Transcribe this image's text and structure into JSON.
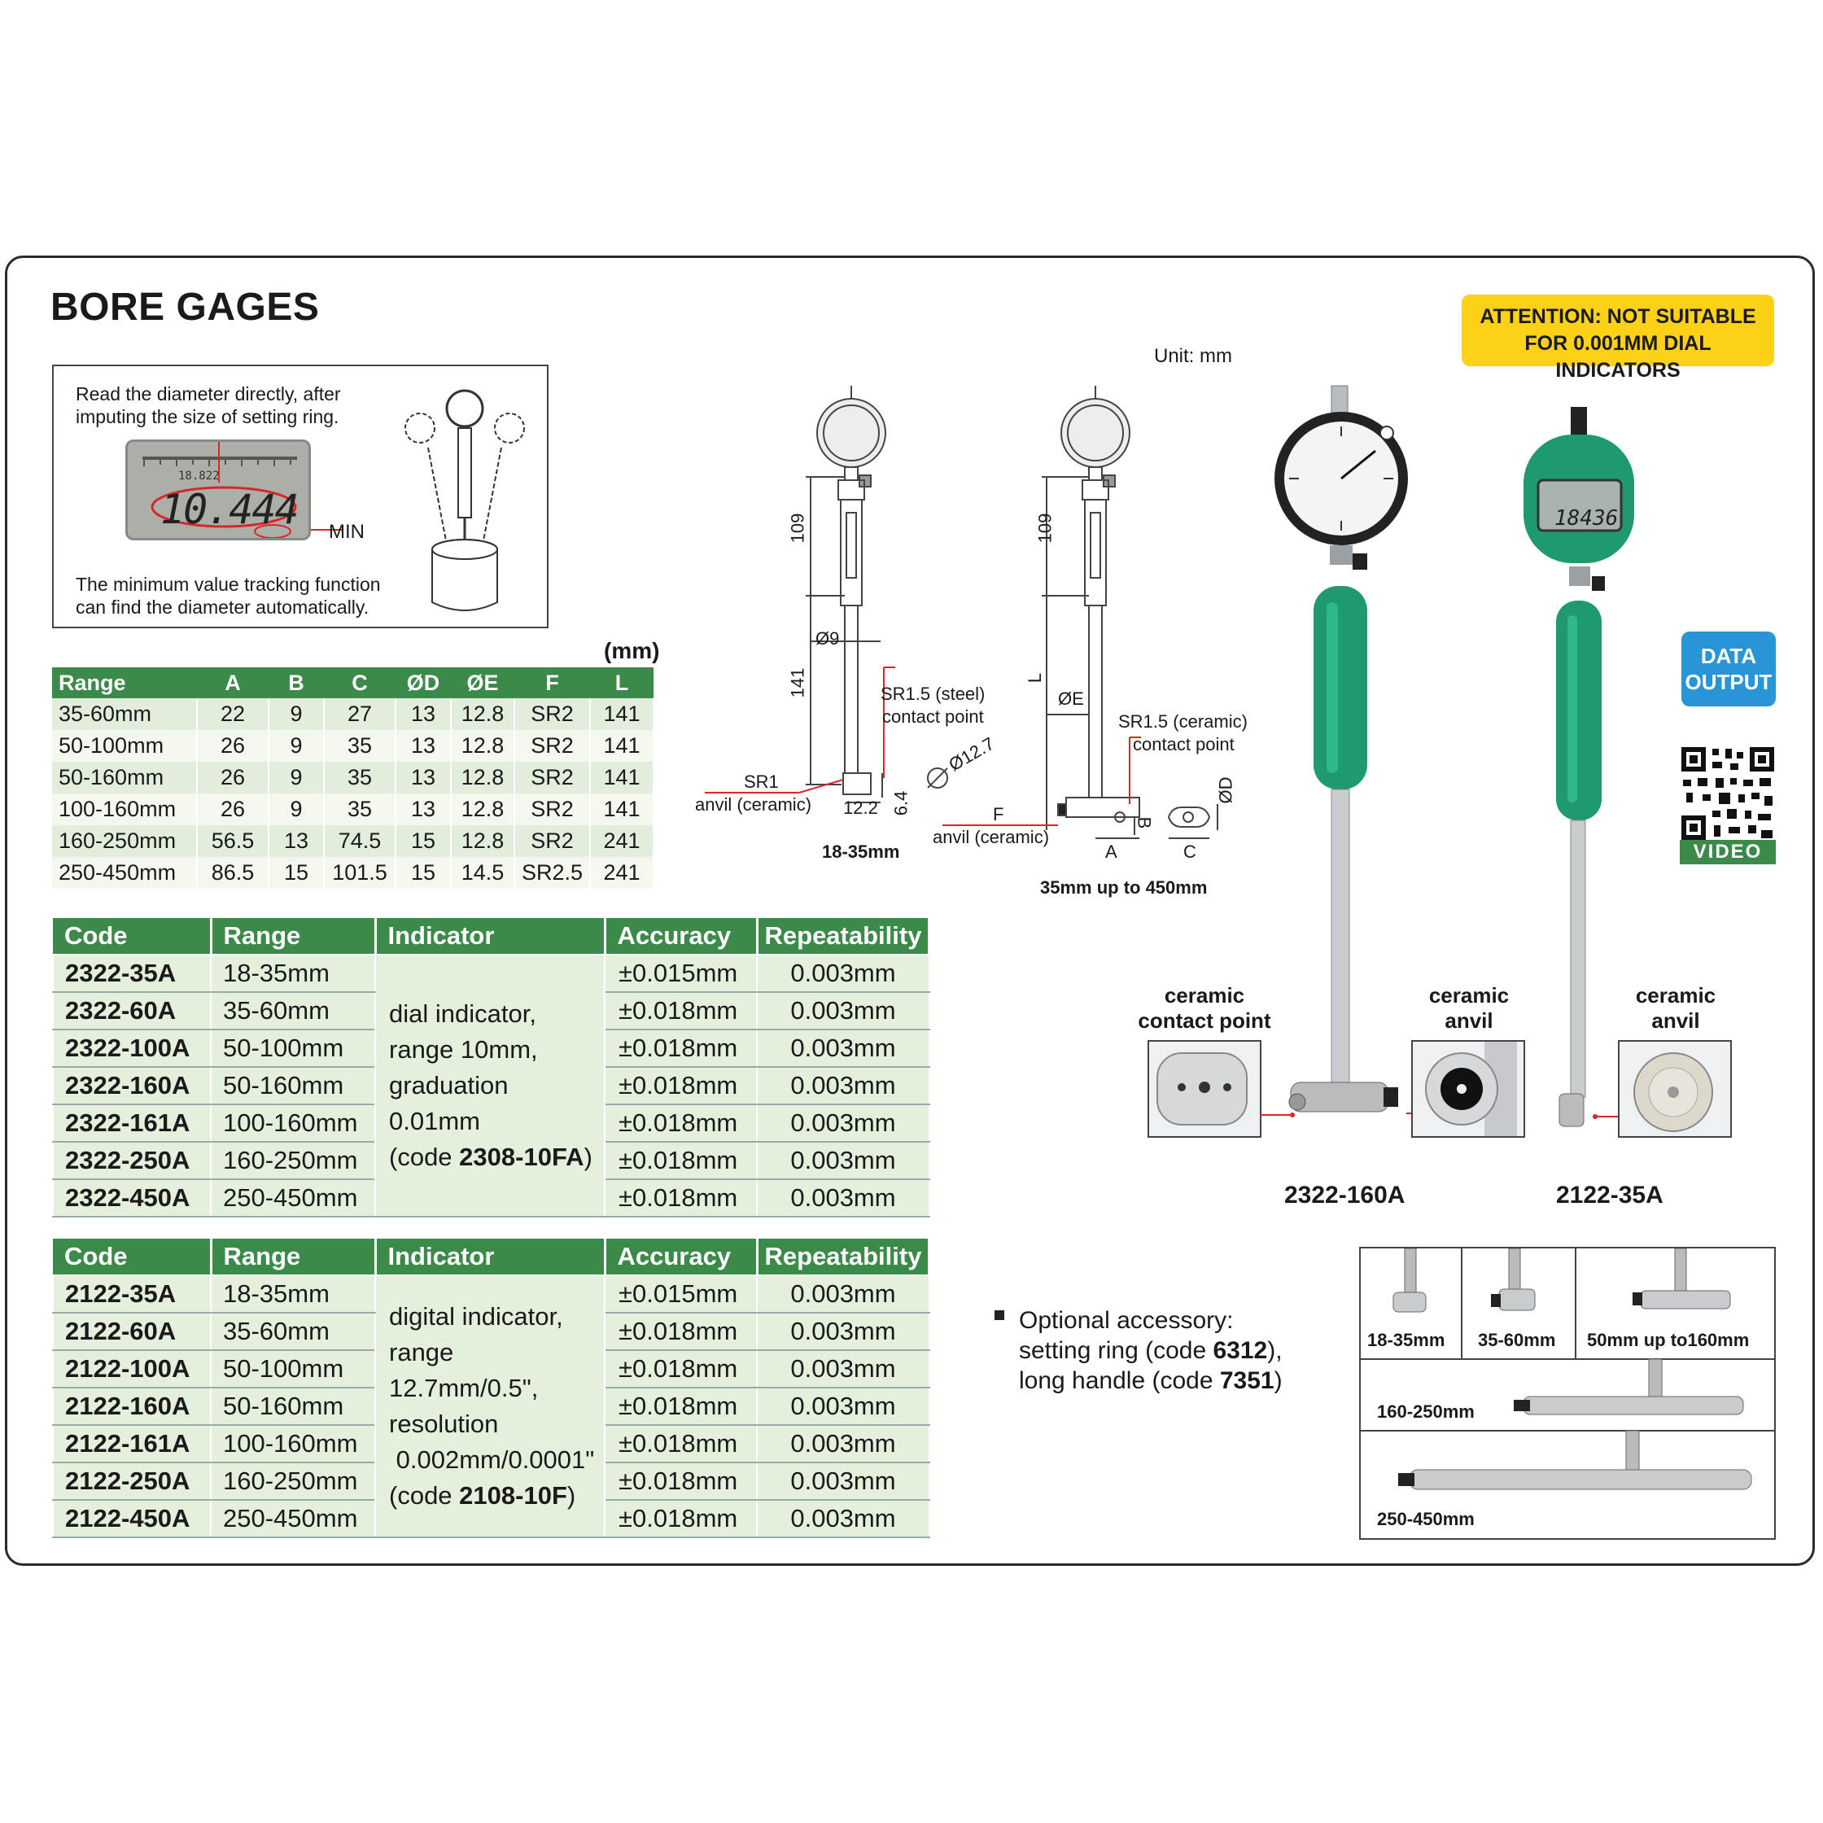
{
  "title": "BORE GAGES",
  "attention": {
    "line1": "ATTENTION: NOT SUITABLE",
    "line2": "FOR 0.001MM DIAL INDICATORS"
  },
  "unit": "Unit: mm",
  "info": {
    "top_line1": "Read the diameter directly, after",
    "top_line2": "imputing the size of setting ring.",
    "lcd_value": "10.444",
    "lcd_small": "18.822",
    "min_label": "MIN",
    "bottom_line1": "The minimum value tracking function",
    "bottom_line2": "can find the diameter automatically."
  },
  "dim_table": {
    "unit": "(mm)",
    "headers": [
      "Range",
      "A",
      "B",
      "C",
      "ØD",
      "ØE",
      "F",
      "L"
    ],
    "rows": [
      [
        "35-60mm",
        "22",
        "9",
        "27",
        "13",
        "12.8",
        "SR2",
        "141"
      ],
      [
        "50-100mm",
        "26",
        "9",
        "35",
        "13",
        "12.8",
        "SR2",
        "141"
      ],
      [
        "50-160mm",
        "26",
        "9",
        "35",
        "13",
        "12.8",
        "SR2",
        "141"
      ],
      [
        "100-160mm",
        "26",
        "9",
        "35",
        "13",
        "12.8",
        "SR2",
        "141"
      ],
      [
        "160-250mm",
        "56.5",
        "13",
        "74.5",
        "15",
        "12.8",
        "SR2",
        "241"
      ],
      [
        "250-450mm",
        "86.5",
        "15",
        "101.5",
        "15",
        "14.5",
        "SR2.5",
        "241"
      ]
    ]
  },
  "dial_table": {
    "headers": [
      "Code",
      "Range",
      "Indicator",
      "Accuracy",
      "Repeatability"
    ],
    "indicator_lines": [
      "dial indicator,",
      "range 10mm,",
      "graduation 0.01mm"
    ],
    "indicator_code_prefix": "(code ",
    "indicator_code": "2308-10FA",
    "indicator_code_suffix": ")",
    "rows": [
      {
        "code": "2322-35A",
        "range": "18-35mm",
        "accuracy": "±0.015mm",
        "repeatability": "0.003mm"
      },
      {
        "code": "2322-60A",
        "range": "35-60mm",
        "accuracy": "±0.018mm",
        "repeatability": "0.003mm"
      },
      {
        "code": "2322-100A",
        "range": "50-100mm",
        "accuracy": "±0.018mm",
        "repeatability": "0.003mm"
      },
      {
        "code": "2322-160A",
        "range": "50-160mm",
        "accuracy": "±0.018mm",
        "repeatability": "0.003mm"
      },
      {
        "code": "2322-161A",
        "range": "100-160mm",
        "accuracy": "±0.018mm",
        "repeatability": "0.003mm"
      },
      {
        "code": "2322-250A",
        "range": "160-250mm",
        "accuracy": "±0.018mm",
        "repeatability": "0.003mm"
      },
      {
        "code": "2322-450A",
        "range": "250-450mm",
        "accuracy": "±0.018mm",
        "repeatability": "0.003mm"
      }
    ]
  },
  "digital_table": {
    "headers": [
      "Code",
      "Range",
      "Indicator",
      "Accuracy",
      "Repeatability"
    ],
    "indicator_lines": [
      "digital indicator,",
      "range 12.7mm/0.5\",",
      "resolution",
      " 0.002mm/0.0001\""
    ],
    "indicator_code_prefix": "(code ",
    "indicator_code": "2108-10F",
    "indicator_code_suffix": ")",
    "rows": [
      {
        "code": "2122-35A",
        "range": "18-35mm",
        "accuracy": "±0.015mm",
        "repeatability": "0.003mm"
      },
      {
        "code": "2122-60A",
        "range": "35-60mm",
        "accuracy": "±0.018mm",
        "repeatability": "0.003mm"
      },
      {
        "code": "2122-100A",
        "range": "50-100mm",
        "accuracy": "±0.018mm",
        "repeatability": "0.003mm"
      },
      {
        "code": "2122-160A",
        "range": "50-160mm",
        "accuracy": "±0.018mm",
        "repeatability": "0.003mm"
      },
      {
        "code": "2122-161A",
        "range": "100-160mm",
        "accuracy": "±0.018mm",
        "repeatability": "0.003mm"
      },
      {
        "code": "2122-250A",
        "range": "160-250mm",
        "accuracy": "±0.018mm",
        "repeatability": "0.003mm"
      },
      {
        "code": "2122-450A",
        "range": "250-450mm",
        "accuracy": "±0.018mm",
        "repeatability": "0.003mm"
      }
    ]
  },
  "drawing1": {
    "dim_109": "109",
    "dim_141": "141",
    "dia_9": "Ø9",
    "sr_steel_1": "SR1.5 (steel)",
    "sr_steel_2": "contact point",
    "sr1": "SR1",
    "anvil": "anvil (ceramic)",
    "dim_12_2": "12.2",
    "dim_6_4": "6.4",
    "dia_12_7": "Ø12.7",
    "caption": "18-35mm"
  },
  "drawing2": {
    "dim_109": "109",
    "dim_L": "L",
    "dia_E": "ØE",
    "sr_ceramic_1": "SR1.5 (ceramic)",
    "sr_ceramic_2": "contact point",
    "f_label": "F",
    "anvil": "anvil (ceramic)",
    "b_label": "B",
    "a_label": "A",
    "c_label": "C",
    "d_label": "ØD",
    "caption": "35mm up to 450mm"
  },
  "data_output": {
    "line1": "DATA",
    "line2": "OUTPUT"
  },
  "video_label": "VIDEO",
  "lcd_digital": "18436",
  "photo_labels": {
    "ceramic_contact_1": "ceramic",
    "ceramic_contact_2": "contact point",
    "ceramic_anvil_a1": "ceramic",
    "ceramic_anvil_a2": "anvil",
    "ceramic_anvil_b1": "ceramic",
    "ceramic_anvil_b2": "anvil",
    "model_dial": "2322-160A",
    "model_digital": "2122-35A"
  },
  "accessory": {
    "line1": "Optional accessory:",
    "line2_prefix": "setting ring (code ",
    "line2_code": "6312",
    "line2_suffix": "),",
    "line3_prefix": "long handle (code ",
    "line3_code": "7351",
    "line3_suffix": ")"
  },
  "accessory_box": {
    "r18_35": "18-35mm",
    "r35_60": "35-60mm",
    "r50_160": "50mm up to160mm",
    "r160_250": "160-250mm",
    "r250_450": "250-450mm"
  },
  "colors": {
    "green": "#3b8a4a",
    "yellow": "#fcd116",
    "blue": "#2a95d6",
    "teal": "#1f9a6c",
    "red": "#d8262b"
  }
}
